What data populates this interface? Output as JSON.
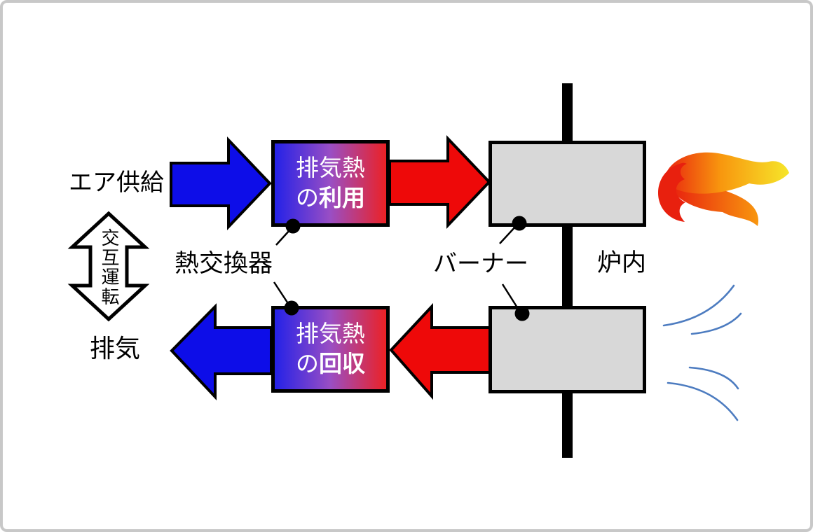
{
  "diagram": {
    "supply_label": "エア供給",
    "exhaust_label": "排気",
    "alternating_label": "交互運転",
    "heat_exchanger_label": "熱交換器",
    "burner_label": "バーナー",
    "furnace_label": "炉内",
    "top_heat_box": {
      "line1": "排気熱",
      "line2_prefix": "の",
      "line2_emphasis": "利用"
    },
    "bottom_heat_box": {
      "line1": "排気熱",
      "line2_prefix": "の",
      "line2_emphasis": "回収"
    },
    "colors": {
      "supply_blue": "#0d0de8",
      "exhaust_red": "#ee0909",
      "burner_gray": "#d8d8d8",
      "outline_black": "#000000",
      "hx_gradient_left": "#2020e8",
      "hx_gradient_mid": "#9a4ec4",
      "hx_gradient_right": "#ee2020",
      "airflow_blue": "#4d7cc0",
      "flame_red": "#e8200e",
      "flame_orange": "#f8960e",
      "flame_yellow": "#f6e62a",
      "frame_gray": "#c8c8c8"
    }
  }
}
